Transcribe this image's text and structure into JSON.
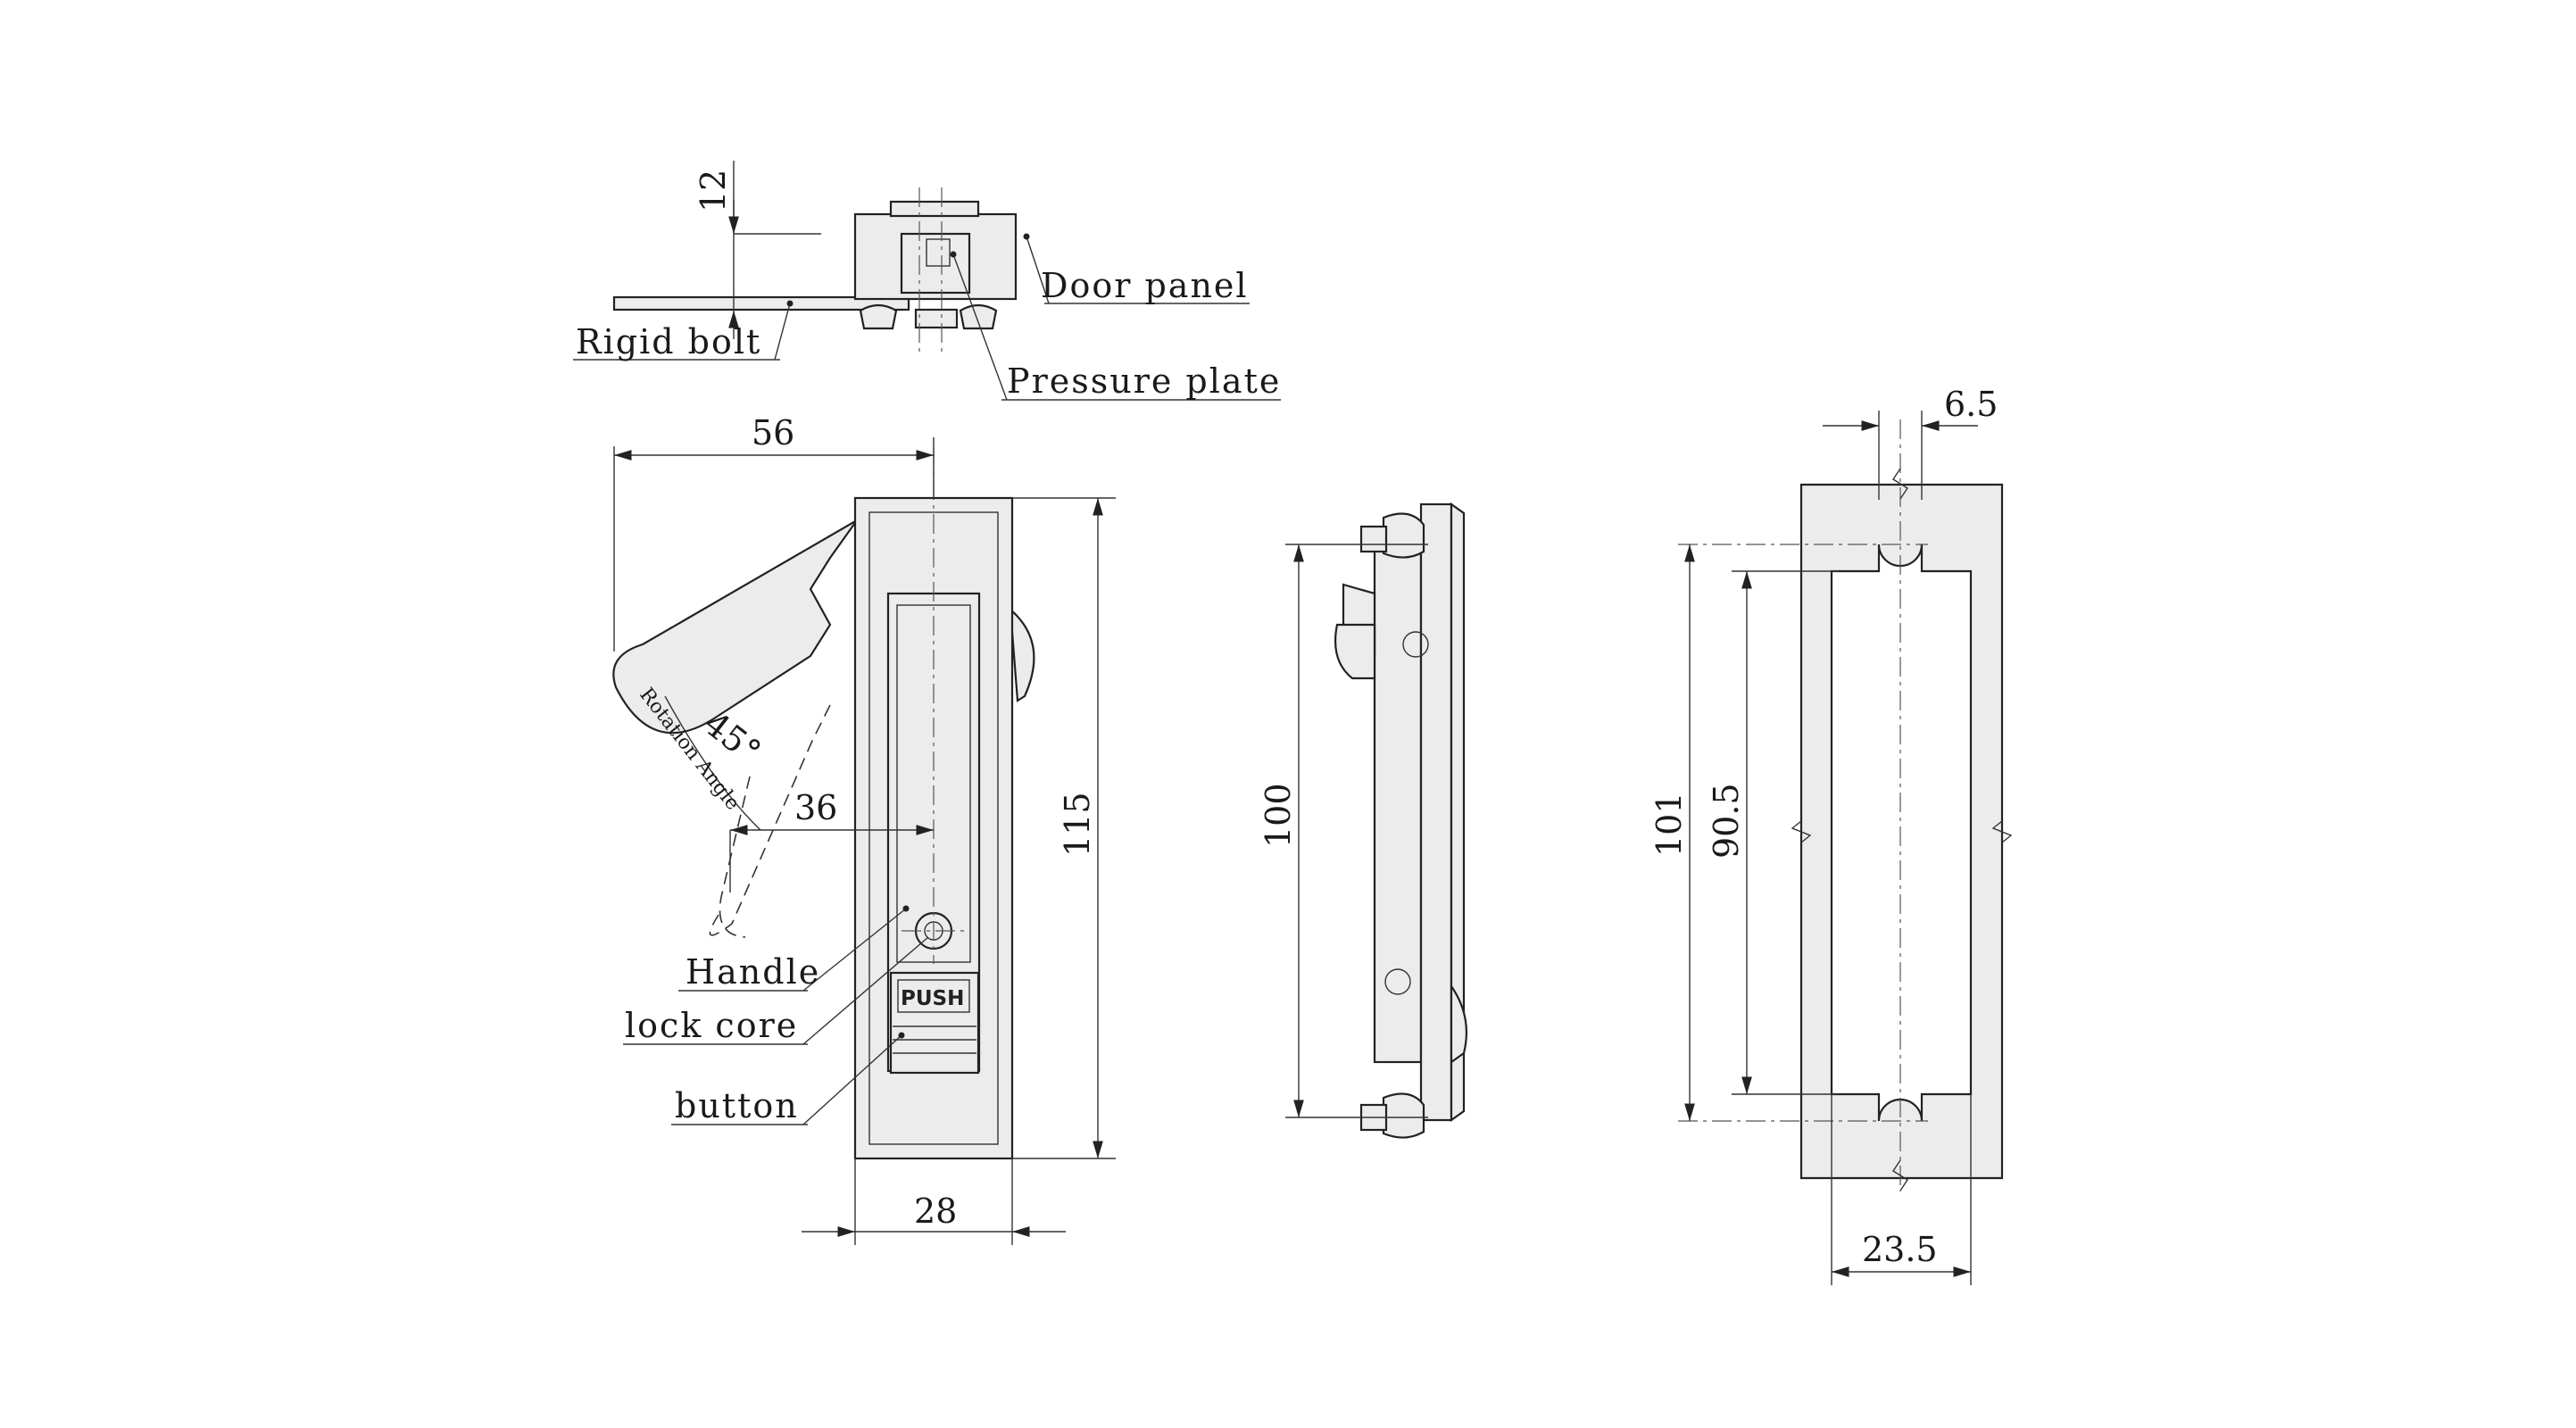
{
  "labels": {
    "door_panel": "Door panel",
    "rigid_bolt": "Rigid bolt",
    "pressure_plate": "Pressure plate",
    "handle": "Handle",
    "lock_core": "lock core",
    "button": "button",
    "push": "PUSH",
    "rotation_angle": "Rotation Angle"
  },
  "dimensions": {
    "d12": "12",
    "d56": "56",
    "d45": "45°",
    "d36": "36",
    "d115": "115",
    "d28": "28",
    "d100": "100",
    "d6_5": "6.5",
    "d101": "101",
    "d90_5": "90.5",
    "d23_5": "23.5"
  },
  "colors": {
    "line": "#222222",
    "part_fill": "#ececec",
    "background": "#ffffff"
  }
}
